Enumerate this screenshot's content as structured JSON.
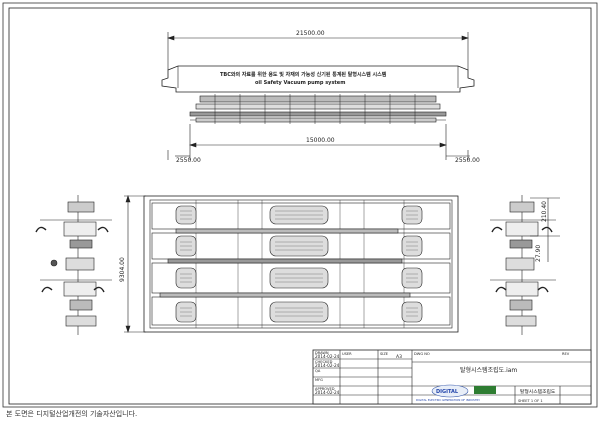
{
  "drawing": {
    "top_view": {
      "title_line1": "TBC와의 자료를 위한 용도 및 자재의 가능성 신기된 통계된 탈형시스템 시스템",
      "title_line2": "oil Safety Vacuum pump system",
      "dim_overall": "21500.00",
      "dim_inner": "15000.00",
      "dim_left": "2550.00",
      "dim_right": "2550.00"
    },
    "plan_view": {
      "dim_height": "9304.00"
    },
    "side_view": {
      "dim_top": "210.40",
      "dim_side": "27.90"
    }
  },
  "title_block": {
    "drawn_label": "DRAWN",
    "drawn_date": "2014-02-24",
    "checked_label": "CHECKED",
    "checked_date": "2014-02-24",
    "qa_label": "QA",
    "mfg_label": "MFG",
    "approved_label": "APPROVED",
    "approved_date": "2014-02-24",
    "user_label": "USER",
    "size_label": "SIZE",
    "size_value": "A3",
    "dwg_no_label": "DWG NO",
    "rev_label": "REV",
    "file_name": "탈형시스템조립도.iam",
    "title_text": "탈형시스템조립도",
    "sheet_text": "SHEET 1  OF  1",
    "logo_text": "DIGITAL",
    "logo_sub": "DIGITAL ELECTRIC GENERATION OF INDUSTRY"
  },
  "footer_text": "본 도면은 디지털산업개전의 기술자산입니다."
}
